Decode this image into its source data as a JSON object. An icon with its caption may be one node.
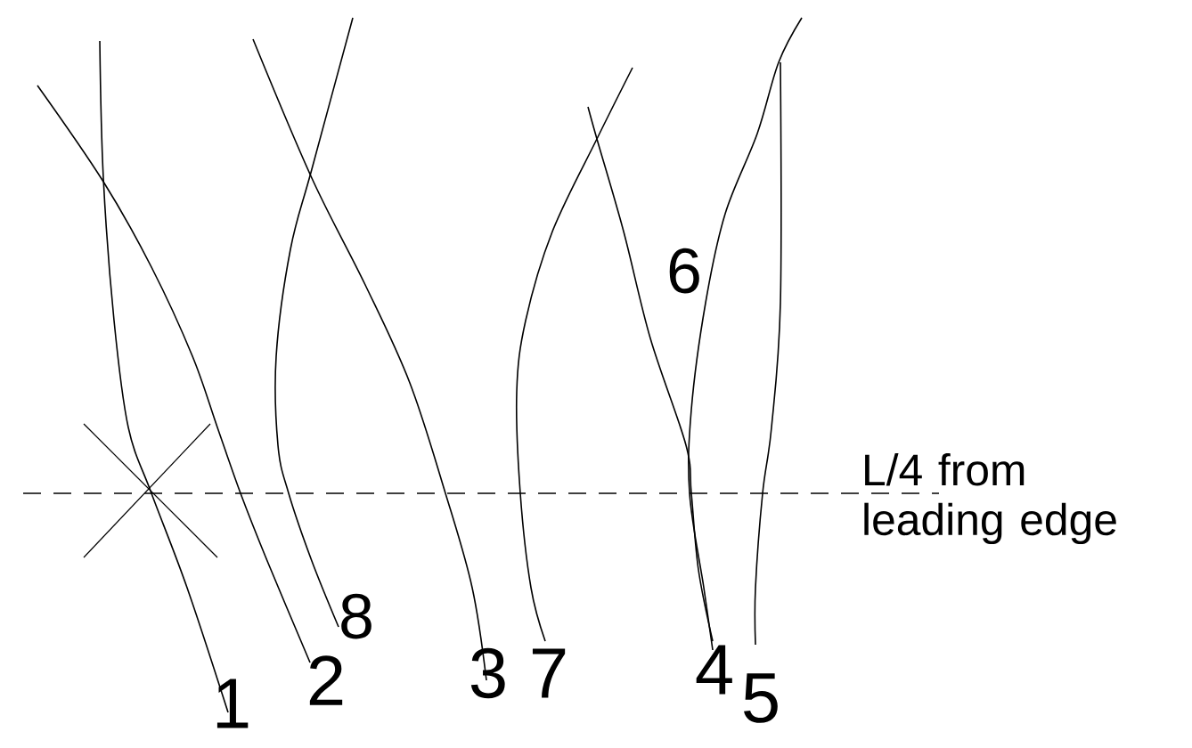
{
  "diagram": {
    "labels": [
      "6",
      "L/4 from leading edge",
      "8",
      "2",
      "3",
      "7",
      "4",
      "1",
      "5"
    ]
  }
}
